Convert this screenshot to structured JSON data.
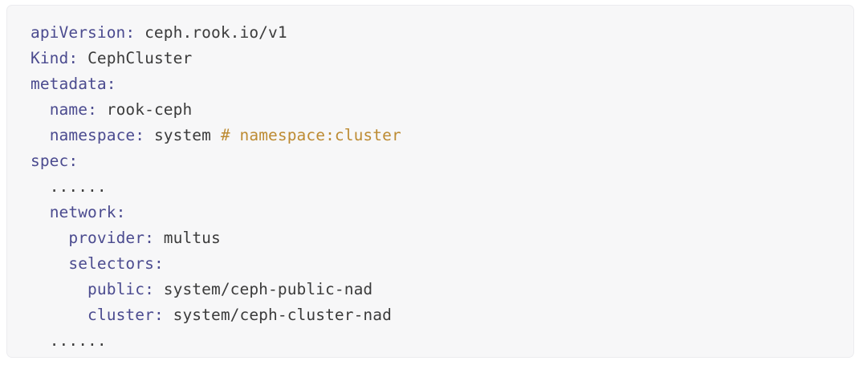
{
  "panel": {
    "language": "yaml",
    "background_color": "#f7f7f8",
    "border_color": "#ececef",
    "key_color": "#4b4b8f",
    "value_color": "#3b3b3b",
    "comment_color": "#bd8b33"
  },
  "code": {
    "lines": [
      {
        "indent": "",
        "key": "apiVersion",
        "colon": ": ",
        "value": "ceph.rook.io/v1",
        "comment": ""
      },
      {
        "indent": "",
        "key": "Kind",
        "colon": ": ",
        "value": "CephCluster",
        "comment": ""
      },
      {
        "indent": "",
        "key": "metadata",
        "colon": ":",
        "value": "",
        "comment": ""
      },
      {
        "indent": "  ",
        "key": "name",
        "colon": ": ",
        "value": "rook-ceph",
        "comment": ""
      },
      {
        "indent": "  ",
        "key": "namespace",
        "colon": ": ",
        "value": "system ",
        "comment": "# namespace:cluster"
      },
      {
        "indent": "",
        "key": "spec",
        "colon": ":",
        "value": "",
        "comment": ""
      },
      {
        "indent": "  ",
        "key": "",
        "colon": "",
        "value": "",
        "comment": "",
        "dots": "......"
      },
      {
        "indent": "  ",
        "key": "network",
        "colon": ":",
        "value": "",
        "comment": ""
      },
      {
        "indent": "    ",
        "key": "provider",
        "colon": ": ",
        "value": "multus",
        "comment": ""
      },
      {
        "indent": "    ",
        "key": "selectors",
        "colon": ":",
        "value": "",
        "comment": ""
      },
      {
        "indent": "      ",
        "key": "public",
        "colon": ": ",
        "value": "system/ceph-public-nad",
        "comment": ""
      },
      {
        "indent": "      ",
        "key": "cluster",
        "colon": ": ",
        "value": "system/ceph-cluster-nad",
        "comment": ""
      },
      {
        "indent": "  ",
        "key": "",
        "colon": "",
        "value": "",
        "comment": "",
        "dots": "......"
      }
    ]
  }
}
